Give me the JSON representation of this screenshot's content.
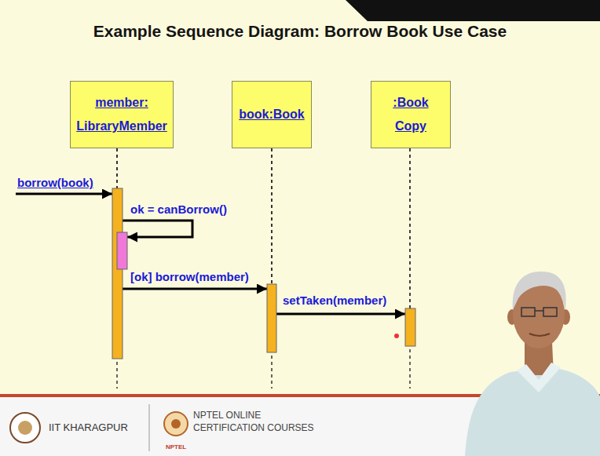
{
  "diagram": {
    "title": "Example Sequence Diagram: Borrow Book Use Case",
    "nodes": [
      {
        "text": [
          "member: LibraryMember"
        ]
      },
      {
        "text": [
          "book:Book"
        ]
      },
      {
        "text": [
          ":Book Copy"
        ]
      }
    ],
    "edges": [
      {
        "from": 0,
        "to": 0,
        "label": "ok = canBorrow()",
        "arrow": "to"
      },
      {
        "from": 0,
        "to": 1,
        "label": "[ok] borrow(member)",
        "arrow": "to"
      },
      {
        "from": 1,
        "to": 2,
        "label": "setTaken(member)",
        "arrow": "to"
      }
    ],
    "labels": [
      "borrow(book)",
      "IIT KHARAGPUR",
      "NPTEL ONLINE CERTIFICATION COURSES",
      "NPTEL"
    ]
  }
}
